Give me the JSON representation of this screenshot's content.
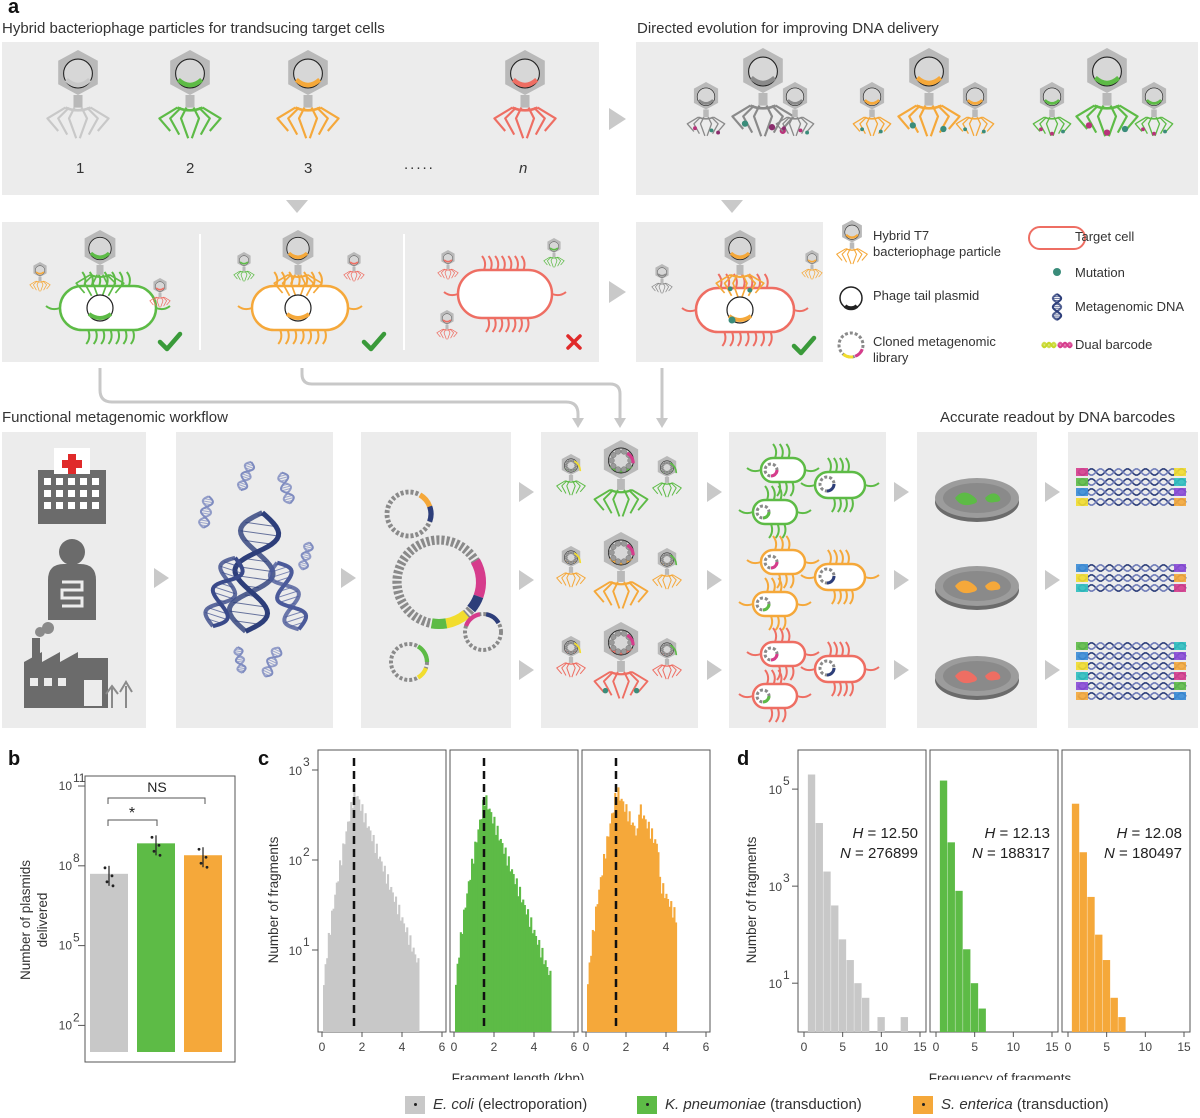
{
  "panel_letters": {
    "a": "a",
    "b": "b",
    "c": "c",
    "d": "d"
  },
  "headings": {
    "hybrid": "Hybrid bacteriophage particles for trandsucing target cells",
    "directed": "Directed evolution for improving DNA delivery",
    "workflow": "Functional metagenomic workflow",
    "readout": "Accurate readout by DNA barcodes"
  },
  "phage_labels": [
    "1",
    "2",
    "3",
    ".....",
    "n"
  ],
  "legend": {
    "hybrid_t7": "Hybrid T7\nbacteriophage particle",
    "target_cell": "Target cell",
    "mutation": "Mutation",
    "phage_tail_plasmid": "Phage tail plasmid",
    "metagenomic_dna": "Metagenomic DNA",
    "cloned_library": "Cloned metagenomic\nlibrary",
    "dual_barcode": "Dual barcode"
  },
  "colors": {
    "gray": "#c8c8c8",
    "green": "#5dbb46",
    "orange": "#f5a83a",
    "red": "#ee6e63",
    "navy": "#2d3e7a",
    "panel_bg": "#ececec",
    "check": "#3a9a3a",
    "cross": "#e02a2a"
  },
  "chart_b": {
    "ylabel_line1": "Number of plasmids",
    "ylabel_line2": "delivered",
    "ytick_labels": [
      "10",
      "10",
      "10",
      "10"
    ],
    "ytick_exps": [
      "2",
      "5",
      "8",
      "11"
    ],
    "annot_star": "*",
    "annot_ns": "NS"
  },
  "chart_c": {
    "ylabel": "Number of fragments",
    "xlabel": "Fragment length (kbp)",
    "xtick_labels": [
      "0",
      "2",
      "4",
      "6"
    ],
    "ytick_base": "10",
    "ytick_exps": [
      "1",
      "2",
      "3"
    ]
  },
  "chart_d": {
    "ylabel": "Number of fragments",
    "xlabel": "Frequency of fragments",
    "xtick_labels": [
      "0",
      "5",
      "10",
      "15"
    ],
    "ytick_base": "10",
    "ytick_exps": [
      "1",
      "3",
      "5"
    ],
    "stats": [
      {
        "h_label": "H",
        "h_value": " = 12.50",
        "n_label": "N",
        "n_value": " = 276899"
      },
      {
        "h_label": "H",
        "h_value": " = 12.13",
        "n_label": "N",
        "n_value": " = 188317"
      },
      {
        "h_label": "H",
        "h_value": " = 12.08",
        "n_label": "N",
        "n_value": " = 180497"
      }
    ]
  },
  "bottom_legend": [
    {
      "italic": "E. coli",
      "rest": " (electroporation)",
      "color": "#c8c8c8"
    },
    {
      "italic": "K. pneumoniae",
      "rest": " (transduction)",
      "color": "#5dbb46"
    },
    {
      "italic": "S. enterica",
      "rest": " (transduction)",
      "color": "#f5a83a"
    }
  ],
  "chart_data": [
    {
      "type": "bar",
      "title": "",
      "ylabel": "Number of plasmids delivered",
      "yscale": "log",
      "ylim": [
        10,
        100000000000
      ],
      "categories": [
        "E. coli (electroporation)",
        "K. pneumoniae (transduction)",
        "S. enterica (transduction)"
      ],
      "values": [
        50000000,
        700000000,
        250000000
      ],
      "annotations": [
        {
          "between": [
            0,
            1
          ],
          "text": "*"
        },
        {
          "between": [
            0,
            2
          ],
          "text": "NS"
        }
      ]
    },
    {
      "type": "bar",
      "title": "",
      "xlabel": "Fragment length (kbp)",
      "ylabel": "Number of fragments",
      "yscale": "log",
      "xlim": [
        0,
        6
      ],
      "series": [
        {
          "name": "E. coli (electroporation)",
          "peak_x": 1.6,
          "peak_y": 600,
          "max_x": 4.8
        },
        {
          "name": "K. pneumoniae (transduction)",
          "peak_x": 1.5,
          "peak_y": 500,
          "max_x": 5.0
        },
        {
          "name": "S. enterica (transduction)",
          "peak_x": 1.5,
          "peak_y": 600,
          "max_x": 4.5
        }
      ]
    },
    {
      "type": "bar",
      "title": "",
      "xlabel": "Frequency of fragments",
      "ylabel": "Number of fragments",
      "yscale": "log",
      "xlim": [
        0,
        15
      ],
      "series": [
        {
          "name": "E. coli (electroporation)",
          "x": [
            1,
            2,
            3,
            4,
            5,
            6,
            7,
            8,
            10,
            13
          ],
          "values": [
            200000,
            20000,
            2000,
            400,
            80,
            30,
            10,
            5,
            2,
            2
          ]
        },
        {
          "name": "K. pneumoniae (transduction)",
          "x": [
            1,
            2,
            3,
            4,
            5,
            6
          ],
          "values": [
            150000,
            8000,
            800,
            50,
            10,
            3
          ]
        },
        {
          "name": "S. enterica (transduction)",
          "x": [
            1,
            2,
            3,
            4,
            5,
            6,
            7
          ],
          "values": [
            50000,
            5000,
            600,
            100,
            30,
            5,
            2
          ]
        }
      ]
    }
  ]
}
